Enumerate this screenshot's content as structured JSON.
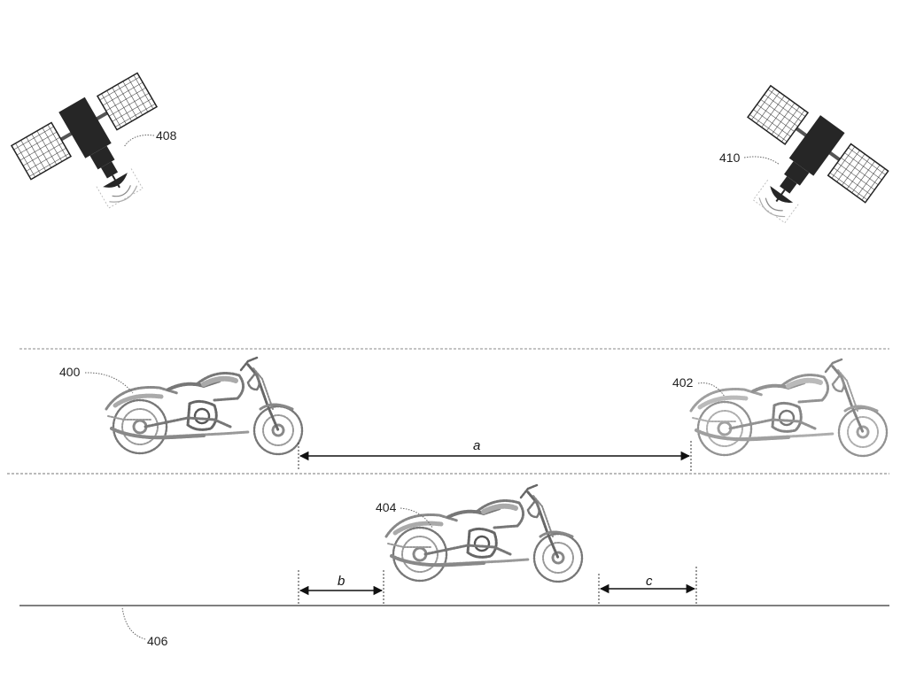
{
  "satellites": [
    {
      "name": "satellite-408",
      "label": "408"
    },
    {
      "name": "satellite-410",
      "label": "410"
    }
  ],
  "vehicles": [
    {
      "name": "motorcycle-400",
      "label": "400"
    },
    {
      "name": "motorcycle-402",
      "label": "402"
    },
    {
      "name": "motorcycle-404",
      "label": "404"
    }
  ],
  "road": {
    "label": "406"
  },
  "dimensions": {
    "a": "a",
    "b": "b",
    "c": "c"
  }
}
